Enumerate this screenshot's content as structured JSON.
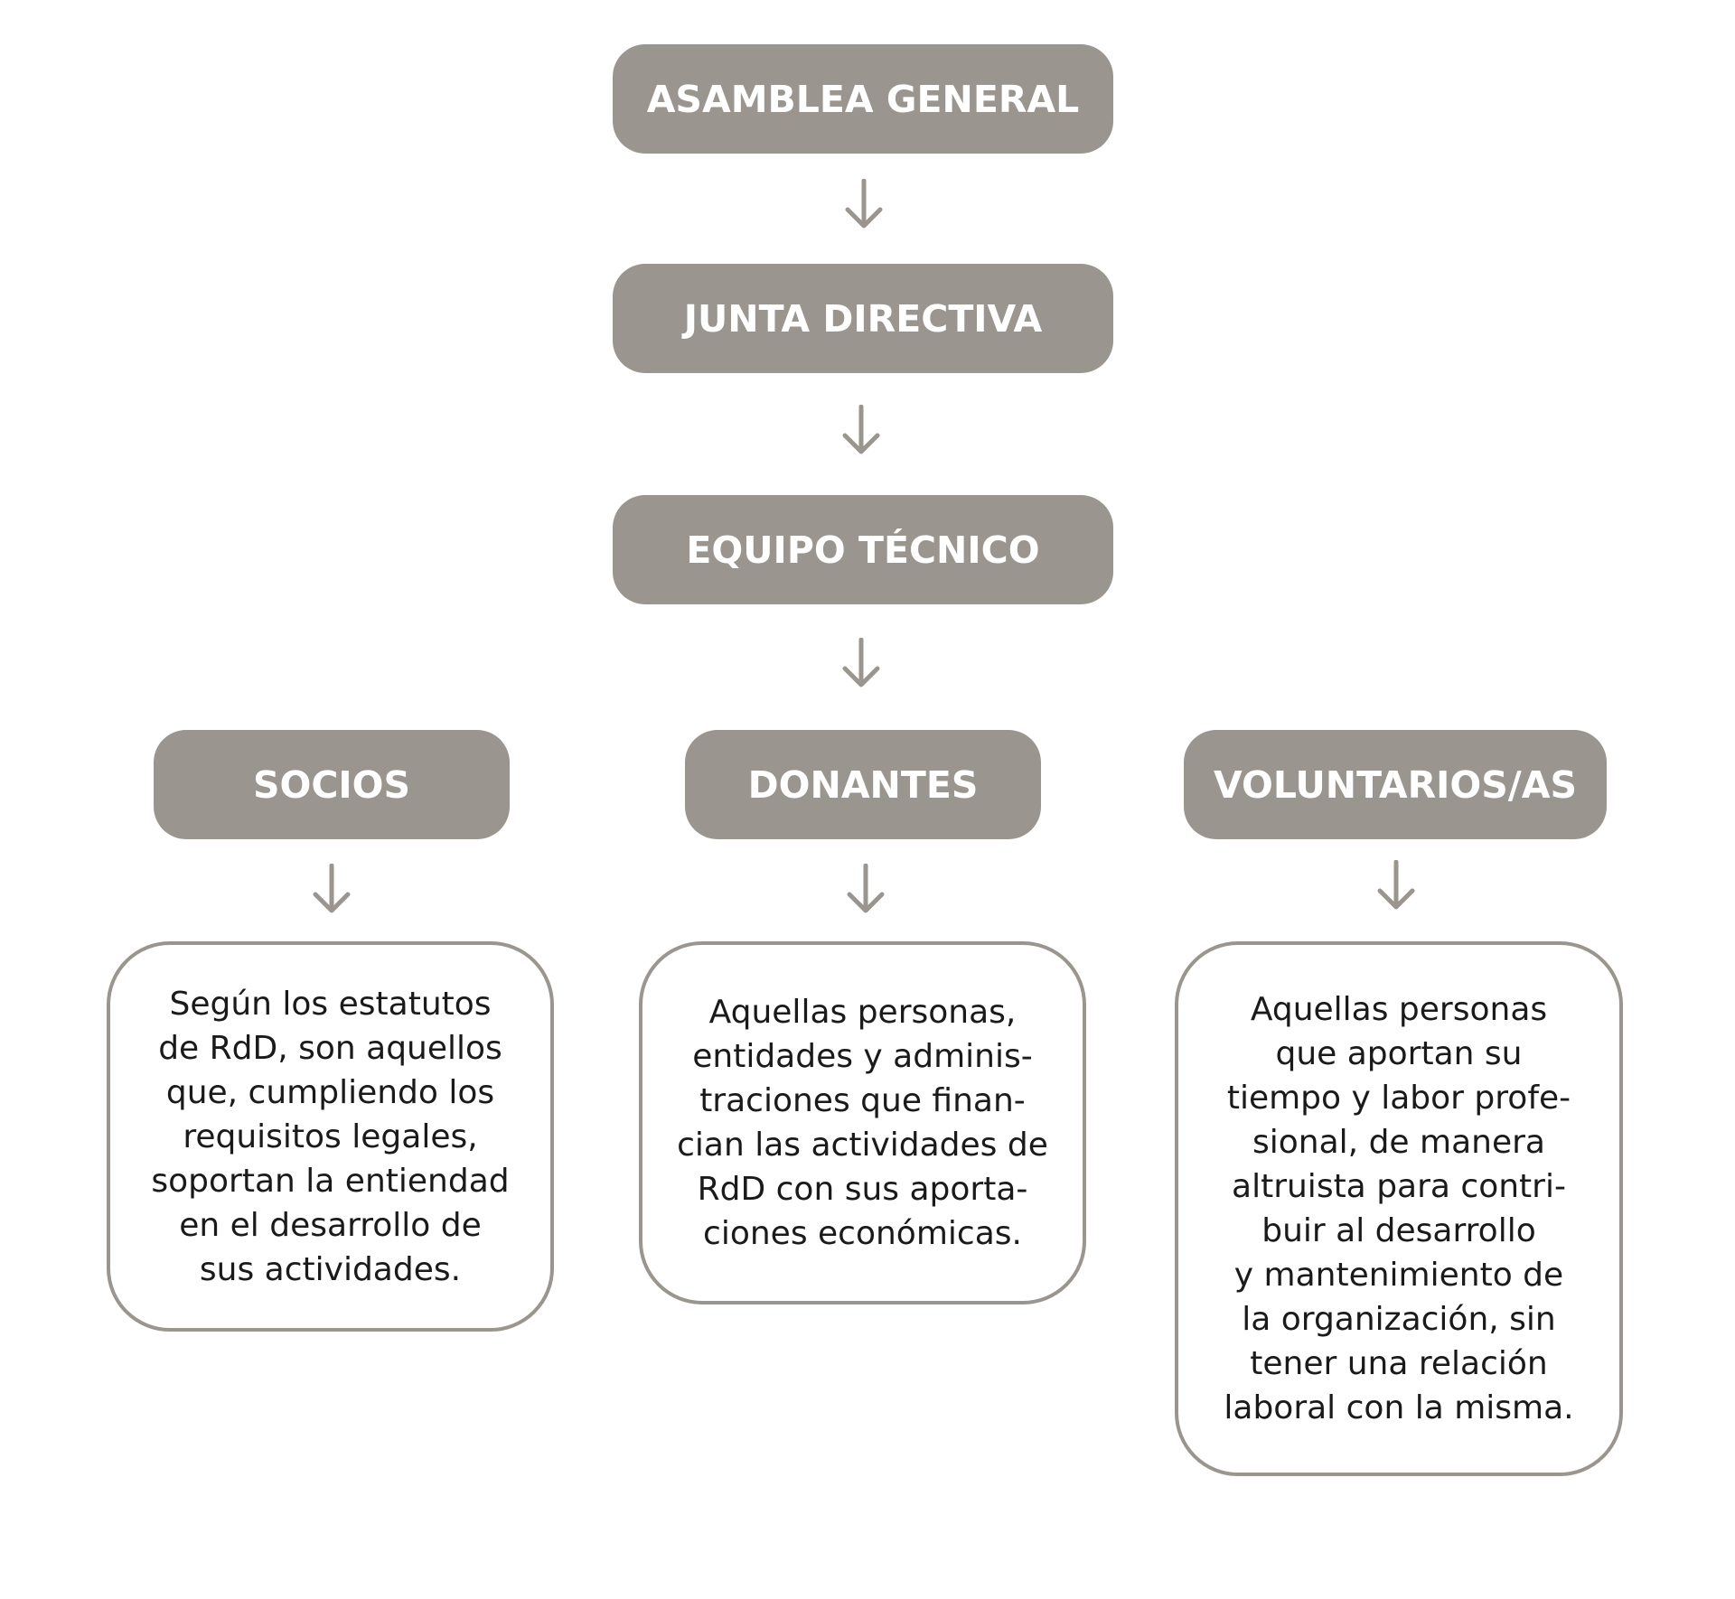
{
  "nodes": {
    "asamblea": "ASAMBLEA GENERAL",
    "junta": "JUNTA DIRECTIVA",
    "equipo": "EQUIPO TÉCNICO",
    "socios": "SOCIOS",
    "donantes": "DONANTES",
    "voluntarios": "VOLUNTARIOS/AS"
  },
  "descriptions": {
    "socios": "Según los estatutos\nde RdD, son aquellos\nque, cumpliendo los\nrequisitos legales,\nsoportan la entiendad\nen el desarrollo de\nsus actividades.",
    "donantes": "Aquellas personas,\nentidades y adminis-\ntraciones que finan-\ncian las actividades de\nRdD con sus aporta-\nciones económicas.",
    "voluntarios": "Aquellas personas\nque aportan su\ntiempo y labor profe-\nsional, de manera\naltruista para contri-\nbuir al desarrollo\ny mantenimiento de\nla organización, sin\ntener una relación\nlaboral con la misma."
  },
  "colors": {
    "node_fill": "#9a968f",
    "node_text": "#ffffff",
    "description_border": "#9a968f",
    "description_text": "#1a1a1a",
    "arrow": "#9a968f"
  },
  "icons": {
    "connector": "down-arrow-icon"
  }
}
